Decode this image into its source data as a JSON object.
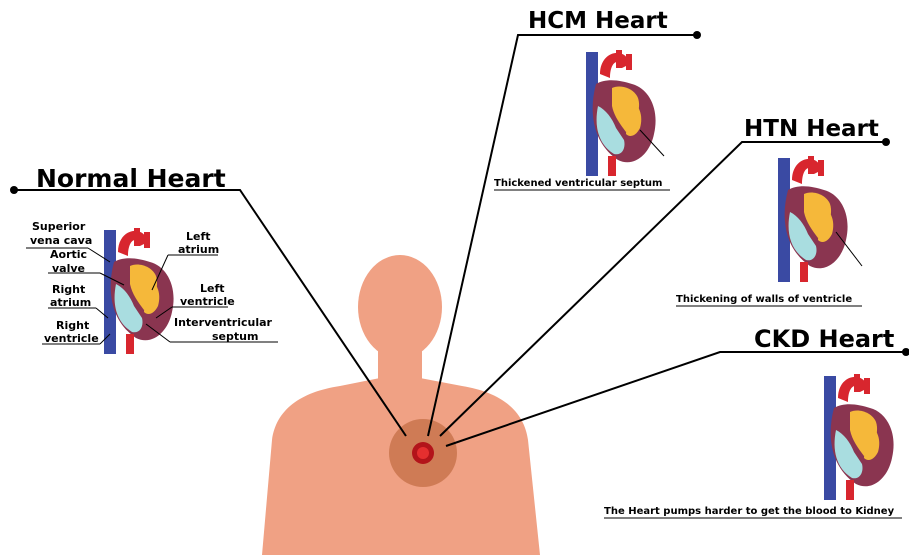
{
  "panels": {
    "normal": {
      "title": "Normal Heart",
      "labels": {
        "superior_vena_cava": [
          "Superior",
          "vena cava"
        ],
        "aortic_valve": [
          "Aortic",
          "valve"
        ],
        "right_atrium": [
          "Right",
          "atrium"
        ],
        "right_ventricle": [
          "Right",
          "ventricle"
        ],
        "left_atrium": [
          "Left",
          "atrium"
        ],
        "left_ventricle": [
          "Left",
          "ventricle"
        ],
        "interventricular_septum": [
          "Interventricular",
          "septum"
        ]
      }
    },
    "hcm": {
      "title": "HCM Heart",
      "caption": "Thickened ventricular septum"
    },
    "htn": {
      "title": "HTN Heart",
      "caption": "Thickening of walls of ventricle"
    },
    "ckd": {
      "title": "CKD Heart",
      "caption": "The Heart pumps harder to get the blood to Kidney"
    }
  },
  "colors": {
    "skin": "#f0a184",
    "heart_glow": "#cf7b55",
    "heart_core": "#d42020",
    "vein_blue": "#3a4aa3",
    "artery_red": "#d8262e",
    "muscle": "#8a3550",
    "atrium_yellow": "#f5b83a",
    "ventricle_teal": "#a9dde0"
  }
}
